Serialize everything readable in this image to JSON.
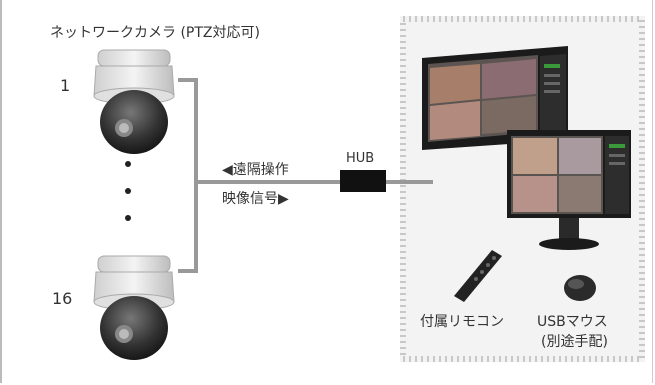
{
  "title": "ネットワークカメラ (PTZ対応可)",
  "cameras": {
    "first_label": "1",
    "last_label": "16"
  },
  "signals": {
    "remote_operation": "◀遠隔操作",
    "video_signal": "映像信号▶"
  },
  "hub": {
    "label": "HUB"
  },
  "accessories": {
    "remote": "付属リモコン",
    "mouse_line1": "USBマウス",
    "mouse_line2": "(別途手配)"
  },
  "colors": {
    "line": "#999999",
    "hub": "#111111",
    "panel": "#f3f3f3",
    "border_dash": "#c8c8c8"
  }
}
